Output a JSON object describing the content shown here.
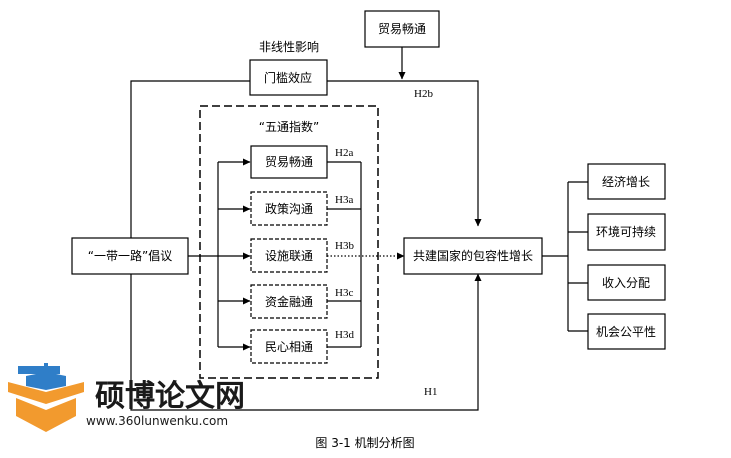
{
  "nodes": {
    "initiative": "“一带一路”倡议",
    "threshold": "门槛效应",
    "trade_top": "贸易畅通",
    "five_title": "“五通指数”",
    "trade": "贸易畅通",
    "policy": "政策沟通",
    "facility": "设施联通",
    "finance": "资金融通",
    "people": "民心相通",
    "inclusive": "共建国家的包容性增长",
    "economy": "经济增长",
    "environment": "环境可持续",
    "income": "收入分配",
    "opportunity": "机会公平性"
  },
  "labels": {
    "nonlinear": "非线性影响",
    "h2b": "H2b",
    "h2a": "H2a",
    "h3a": "H3a",
    "h3b": "H3b",
    "h3c": "H3c",
    "h3d": "H3d",
    "h1": "H1"
  },
  "watermark": {
    "name": "硕博论文网",
    "url": "www.360lunwenku.com",
    "colors": {
      "orange": "#f29a2e",
      "blue": "#2f7ec8"
    }
  },
  "caption": "图 3-1 机制分析图"
}
